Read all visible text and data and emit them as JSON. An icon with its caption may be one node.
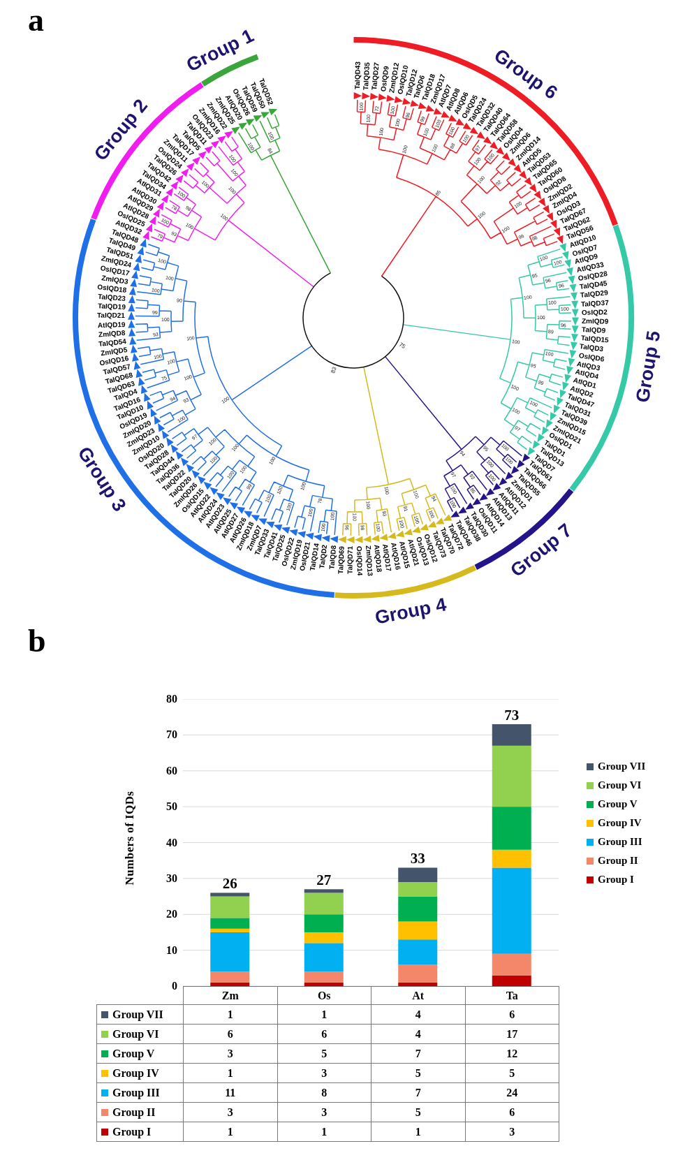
{
  "diagram": {
    "labels": [
      "a",
      "Group 1",
      "Group 2",
      "Group 3",
      "Group 4",
      "Group 5",
      "Group 6",
      "Group 7",
      "TaIQD43",
      "TaIQD35",
      "TaIQD27",
      "OsIQD9",
      "ZmIQD12",
      "OsIQD10",
      "TaIQD12",
      "TaIQD6",
      "TaIQD18",
      "ZmIQD17",
      "AtIQD7",
      "AtIQD8",
      "AtIQD6",
      "OsIQD5",
      "TaIQD24",
      "TaIQD32",
      "TaIQD40",
      "TaIQD64",
      "TaIQD58",
      "OsIQD4",
      "ZmIQD6",
      "ZmIQD14",
      "AtIQD5",
      "TaIQD53",
      "TaIQD65",
      "TaIQD60",
      "OsIQD8",
      "ZmIQD2",
      "ZmIQD4",
      "OsIQD3",
      "TaIQD67",
      "TaIQD62",
      "TaIQD56",
      "AtIQD10",
      "OsIQD7",
      "AtIQD9",
      "AtIQD33",
      "OsIQD28",
      "TaIQD45",
      "TaIQD29",
      "TaIQD37",
      "OsIQD2",
      "ZmIQD9",
      "TaIQD9",
      "TaIQD15",
      "TaIQD3",
      "OsIQD6",
      "AtIQD3",
      "AtIQD4",
      "AtIQD1",
      "AtIQD2",
      "TaIQD47",
      "TaIQD31",
      "TaIQD39",
      "ZmIQD15",
      "ZmIQD21",
      "OsIQD1",
      "TaIQD1",
      "TaIQD13",
      "TaIQD7",
      "ZmIQD18",
      "ZmIQD7",
      "TaIQD33",
      "TaIQD41",
      "TaIQD25",
      "OsIQD22",
      "ZmIQD19",
      "OsIQD21",
      "TaIQD14",
      "TaIQD2",
      "TaIQD8",
      "TaIQD69",
      "TaIQD71",
      "OsIQD14",
      "ZmIQD13",
      "AtIQD18",
      "AtIQD17",
      "AtIQD16",
      "AtIQD15",
      "AtIQD21",
      "OsIQD13",
      "OsIQD12",
      "TaIQD73",
      "TaIQD70",
      "TaIQD72",
      "TaIQD46",
      "TaIQD38",
      "TaIQD30",
      "OsIQD11",
      "AtIQD14",
      "AtIQD13",
      "AtIQD11",
      "AtIQD12",
      "ZmIQD1",
      "TaIQD55",
      "TaIQD66",
      "TaIQD61",
      "AtIQD26",
      "AtIQD27",
      "AtIQD25",
      "AtIQD23",
      "AtIQD24",
      "AtIQD22",
      "OsIQD15",
      "ZmIQD26",
      "TaIQD20",
      "TaIQD22",
      "TaIQD36",
      "TaIQD44",
      "TaIQD28",
      "OsIQD20",
      "ZmIQD10",
      "ZmIQD23",
      "ZmIQD20",
      "OsIQD19",
      "TaIQD10",
      "TaIQD16",
      "TaIQD4",
      "TaIQD63",
      "TaIQD68",
      "TaIQD57",
      "OsIQD16",
      "ZmIQD5",
      "TaIQD54",
      "ZmIQD8",
      "AtIQD19",
      "TaIQD21",
      "TaIQD19",
      "TaIQD23",
      "OsIQD18",
      "ZmIQD3",
      "OsIQD17",
      "ZmIQD24",
      "TaIQD51",
      "TaIQD49",
      "TaIQD48",
      "AtIQD32",
      "OsIQD25",
      "AtIQD28",
      "AtIQD29",
      "AtIQD30",
      "AtIQD31",
      "TaIQD34",
      "TaIQD42",
      "TaIQD26",
      "OsIQD24",
      "ZmIQD11",
      "TaIQD17",
      "TaIQD5",
      "TaIQD11",
      "OsIQD23",
      "ZmIQD16",
      "ZmIQD22",
      "ZmIQD25",
      "AtIQD20",
      "OsIQD26",
      "TaIQD59",
      "TaIQD50",
      "TaIQD52",
      "85",
      "100",
      "100",
      "100",
      "100",
      "100",
      "100",
      "96",
      "100",
      "100",
      "100",
      "88",
      "100",
      "92",
      "100",
      "98",
      "100",
      "72",
      "100",
      "96",
      "99",
      "100",
      "100",
      "100",
      "97",
      "100",
      "100",
      "100",
      "100",
      "100",
      "95",
      "100",
      "95",
      "89",
      "99",
      "97",
      "100",
      "96",
      "100",
      "100",
      "100",
      "100",
      "96",
      "100",
      "96",
      "94",
      "95",
      "97",
      "100",
      "100",
      "92",
      "100",
      "100",
      "100",
      "85",
      "100",
      "96",
      "100",
      "98",
      "100",
      "100",
      "93",
      "100",
      "100",
      "91",
      "100",
      "100",
      "100",
      "94",
      "100",
      "100",
      "100",
      "100",
      "90",
      "100",
      "100",
      "100",
      "100",
      "78",
      "100",
      "100",
      "93",
      "100",
      "100",
      "97",
      "100",
      "100",
      "100",
      "100",
      "100",
      "99",
      "100",
      "100",
      "100",
      "94",
      "75",
      "100",
      "93",
      "99",
      "100",
      "100",
      "100",
      "100",
      "100",
      "100",
      "93",
      "98",
      "100",
      "100",
      "79",
      "100",
      "78",
      "100",
      "84",
      "100",
      "100",
      "75",
      "83",
      "b",
      "1",
      "1",
      "4",
      "6",
      "6",
      "6",
      "4",
      "17",
      "3",
      "5",
      "7",
      "12",
      "1",
      "3",
      "5",
      "5",
      "11",
      "8",
      "7",
      "24",
      "3",
      "3",
      "5",
      "6",
      "1",
      "1",
      "1",
      "3"
    ],
    "legend": [
      {
        "text": "Group VII",
        "color": "#44546a"
      },
      {
        "text": "Group VI",
        "color": "#92d050"
      },
      {
        "text": "Group V",
        "color": "#00b050"
      },
      {
        "text": "Group IV",
        "color": "#ffc000"
      },
      {
        "text": "Group III",
        "color": "#00b0f0"
      },
      {
        "text": "Group II",
        "color": "#f4876a"
      },
      {
        "text": "Group I",
        "color": "#c00000"
      }
    ],
    "chart_data": {
      "type": "bar",
      "ylabel": "Numbers of IQDs",
      "categories": [
        "Zm",
        "Os",
        "At",
        "Ta"
      ],
      "stacked": true,
      "grid": true,
      "legend": "bottom left",
      "ylim": [
        0,
        80
      ],
      "yticks": [
        0,
        10,
        20,
        30,
        40,
        50,
        60,
        70,
        80
      ],
      "series": [
        {
          "name": "Group I",
          "color": "#c00000",
          "values": [
            1,
            1,
            1,
            3
          ]
        },
        {
          "name": "Group II",
          "color": "#f4876a",
          "values": [
            3,
            3,
            5,
            6
          ]
        },
        {
          "name": "Group III",
          "color": "#00b0f0",
          "values": [
            11,
            8,
            7,
            24
          ]
        },
        {
          "name": "Group IV",
          "color": "#ffc000",
          "values": [
            1,
            3,
            5,
            5
          ]
        },
        {
          "name": "Group V",
          "color": "#00b050",
          "values": [
            3,
            5,
            7,
            12
          ]
        },
        {
          "name": "Group VI",
          "color": "#92d050",
          "values": [
            6,
            6,
            4,
            17
          ]
        },
        {
          "name": "Group VII",
          "color": "#44546a",
          "values": [
            1,
            1,
            4,
            6
          ]
        }
      ],
      "annotations": [
        {
          "text": "26"
        },
        {
          "text": "27"
        },
        {
          "text": "33"
        },
        {
          "text": "73"
        }
      ]
    }
  }
}
